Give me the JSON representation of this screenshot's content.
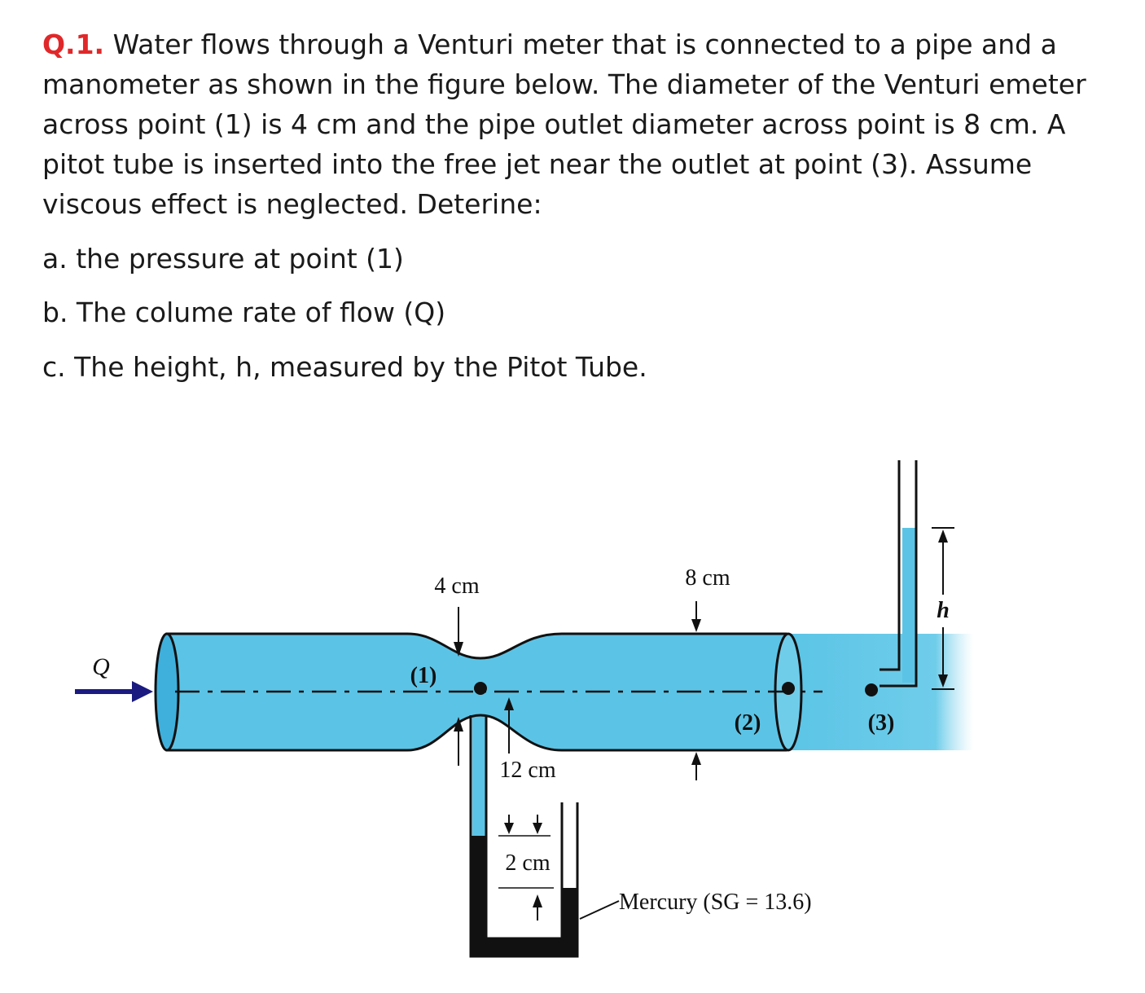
{
  "question": {
    "number": "Q.1.",
    "text": " Water flows through a Venturi meter that is connected to a pipe and a manometer as shown in the figure below. The diameter of the Venturi emeter across point (1) is 4 cm and the pipe outlet diameter across point is 8 cm. A pitot tube is inserted into the free jet near the outlet at point (3).  Assume viscous effect is neglected.  Deterine:"
  },
  "parts": [
    "a. the pressure at point (1)",
    "b. The colume rate of flow (Q)",
    "c. The height, h, measured by the Pitot Tube."
  ],
  "figure": {
    "flow_label": "Q",
    "throat_diameter": "4 cm",
    "outlet_diameter": "8 cm",
    "point1": "(1)",
    "point2": "(2)",
    "point3": "(3)",
    "manometer_height": "12 cm",
    "mercury_diff": "2 cm",
    "mercury_label": "Mercury (SG = 13.6)",
    "pitot_height": "h",
    "colors": {
      "water": "#5bc4e6",
      "water_dark": "#3fb0dc",
      "mercury": "#111111",
      "title_red": "#e0282a"
    }
  }
}
